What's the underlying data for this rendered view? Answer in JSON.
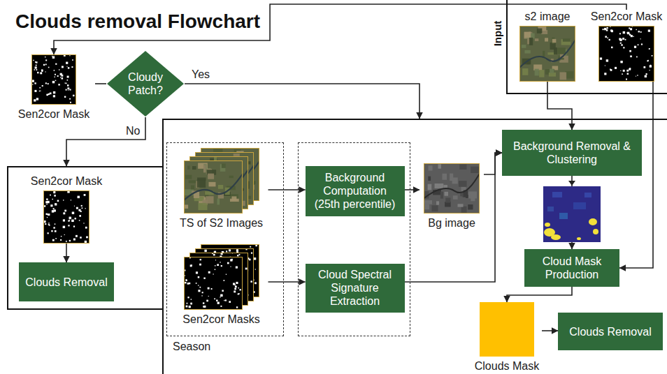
{
  "diagram": {
    "title": "Clouds removal Flowchart",
    "nodes": [
      {
        "text": [
          "Input"
        ]
      },
      {
        "text": [
          "s2 image"
        ],
        "in": 0
      },
      {
        "text": [
          "Sen2cor Mask"
        ],
        "in": 0
      },
      {
        "text": [
          "Sen2cor Mask"
        ]
      },
      {
        "text": [
          "Cloudy Patch?"
        ]
      },
      {
        "text": []
      },
      {
        "text": [
          "Sen2cor Mask"
        ],
        "in": 5
      },
      {
        "text": [
          "Clouds Removal"
        ],
        "in": 5
      },
      {
        "text": []
      },
      {
        "text": [
          "Season"
        ],
        "in": 8
      },
      {
        "text": [
          "TS of S2 Images"
        ],
        "in": 9
      },
      {
        "text": [
          "Sen2cor Masks"
        ],
        "in": 9
      },
      {
        "text": [],
        "in": 8
      },
      {
        "text": [
          "Background Computation (25th percentile)"
        ],
        "in": 12
      },
      {
        "text": [
          "Cloud Spectral Signature Extraction"
        ],
        "in": 12
      },
      {
        "text": [
          "Bg image"
        ],
        "in": 8
      },
      {
        "text": [
          "Background Removal & Clustering"
        ],
        "in": 8
      },
      {
        "text": [
          "Cloud Mask Production"
        ],
        "in": 8
      },
      {
        "text": [
          "Clouds Mask"
        ],
        "in": 8
      },
      {
        "text": [
          "Clouds Removal"
        ],
        "in": 8
      }
    ],
    "edges": [
      {
        "from": 2,
        "to": 3,
        "arrow": "to"
      },
      {
        "from": 3,
        "to": 4,
        "arrow": "none"
      },
      {
        "from": 4,
        "to": 8,
        "label": "Yes",
        "arrow": "to"
      },
      {
        "from": 4,
        "to": 5,
        "label": "No",
        "arrow": "to"
      },
      {
        "from": 6,
        "to": 7,
        "arrow": "to"
      },
      {
        "from": 1,
        "to": 16,
        "arrow": "to"
      },
      {
        "from": 10,
        "to": 13,
        "arrow": "to"
      },
      {
        "from": 13,
        "to": 15,
        "arrow": "to"
      },
      {
        "from": 15,
        "to": 16,
        "arrow": "to"
      },
      {
        "from": 11,
        "to": 14,
        "arrow": "to"
      },
      {
        "from": 14,
        "to": 16,
        "arrow": "to"
      },
      {
        "from": 16,
        "to": 17,
        "arrow": "to"
      },
      {
        "from": 17,
        "to": 18,
        "arrow": "to"
      },
      {
        "from": 18,
        "to": 19,
        "arrow": "to"
      },
      {
        "from": 2,
        "to": 17,
        "arrow": "to"
      }
    ]
  }
}
